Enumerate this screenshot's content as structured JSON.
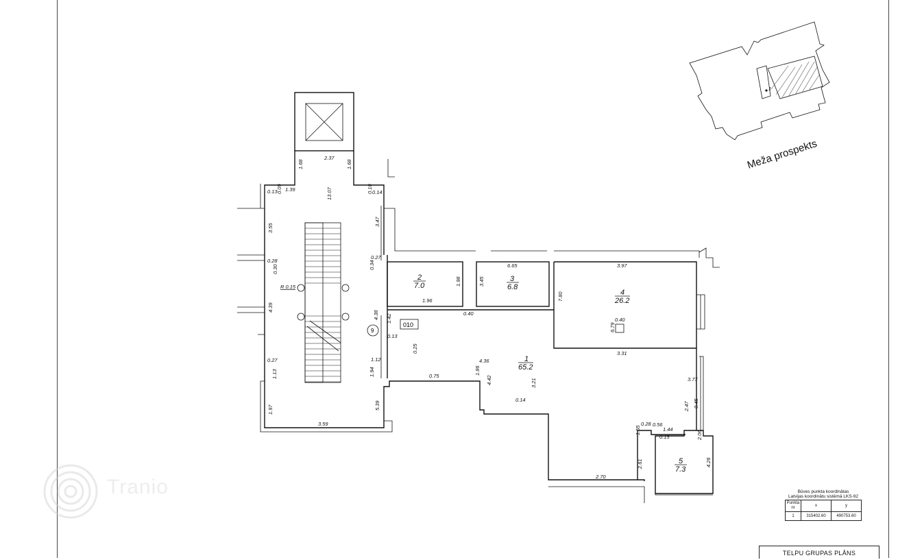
{
  "street_label": "Meža prospekts",
  "site_point_label": "1",
  "room_code": "010",
  "stair_marker": "9",
  "stair_radius_label": "R 0.15",
  "rooms": [
    {
      "number": "1",
      "area": "65.2"
    },
    {
      "number": "2",
      "area": "7.0"
    },
    {
      "number": "3",
      "area": "6.8"
    },
    {
      "number": "4",
      "area": "26.2"
    },
    {
      "number": "5",
      "area": "7.3"
    }
  ],
  "dimensions": [
    "2.37",
    "1.68",
    "1.68",
    "13.07",
    "0.13",
    "0.09",
    "1.39",
    "0.10",
    "0.14",
    "3.55",
    "3.47",
    "0.28",
    "0.30",
    "0.27",
    "0.34",
    "4.39",
    "4.38",
    "1.42",
    "0.13",
    "0.27",
    "1.12",
    "1.13",
    "1.94",
    "1.97",
    "5.39",
    "3.59",
    "1.96",
    "1.98",
    "3.45",
    "6.65",
    "3.97",
    "7.80",
    "0.40",
    "0.40",
    "6.79",
    "3.31",
    "0.25",
    "4.36",
    "0.75",
    "1.86",
    "4.42",
    "3.21",
    "0.14",
    "3.77",
    "2.47",
    "0.45",
    "0.28",
    "0.56",
    "1.55",
    "1.44",
    "0.15",
    "2.06",
    "2.61",
    "4.26",
    "2.70"
  ],
  "coordinates": {
    "caption_line1": "Būves punkta koordinātas",
    "caption_line2": "Latvijas koordinātu sistēmā LKS-92",
    "headers": [
      "Punkta nr",
      "x",
      "y"
    ],
    "rows": [
      [
        "1",
        "315402.60",
        "490753.60"
      ]
    ]
  },
  "title_block": "TELPU GRUPAS PLĀNS",
  "watermark": "Tranio"
}
